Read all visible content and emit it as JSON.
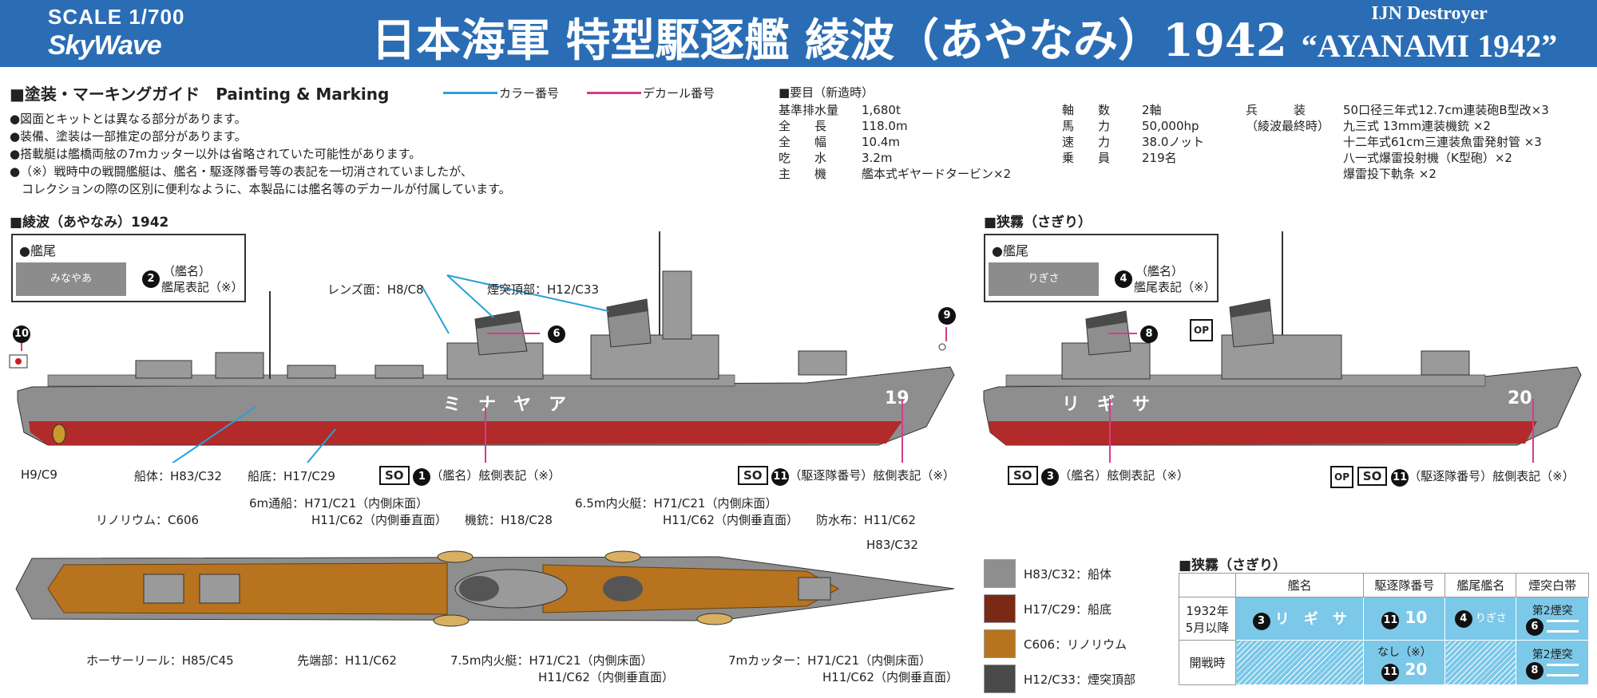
{
  "header": {
    "scale": "SCALE 1/700",
    "brand": "SkyWave",
    "title": "日本海軍 特型駆逐艦 綾波（あやなみ）1942",
    "eng_line1": "IJN Destroyer",
    "eng_line2": "“AYANAMI 1942”"
  },
  "guide": {
    "title": "■塗装・マーキングガイド　Painting & Marking",
    "legend_color": "カラー番号",
    "legend_decal": "デカール番号",
    "legend_color_hex": "#2aa0d8",
    "legend_decal_hex": "#d63c8c",
    "notes": [
      "●図面とキットとは異なる部分があります。",
      "●装備、塗装は一部推定の部分があります。",
      "●搭載艇は艦橋両舷の7mカッター以外は省略されていた可能性があります。",
      "●（※）戦時中の戦闘艦艇は、艦名・駆逐隊番号等の表記を一切消されていましたが、",
      "　コレクションの際の区別に便利なように、本製品には艦名等のデカールが付属しています。"
    ]
  },
  "specs": {
    "title": "■要目（新造時）",
    "col1": [
      {
        "k": "基準排水量",
        "v": "1,680t"
      },
      {
        "k": "全　　長",
        "v": "118.0m"
      },
      {
        "k": "全　　幅",
        "v": "10.4m"
      },
      {
        "k": "吃　　水",
        "v": "3.2m"
      },
      {
        "k": "主　　機",
        "v": "艦本式ギヤードタービン×2"
      }
    ],
    "col2": [
      {
        "k": "軸　　数",
        "v": "2軸"
      },
      {
        "k": "馬　　力",
        "v": "50,000hp"
      },
      {
        "k": "速　　力",
        "v": "38.0ノット"
      },
      {
        "k": "乗　　員",
        "v": "219名"
      }
    ],
    "arm_label1": "兵　　　装",
    "arm_label2": "（綾波最終時）",
    "arms": [
      "50口径三年式12.7cm連装砲B型改×3",
      "九三式 13mm連装機銃 ×2",
      "十二年式61cm三連装魚雷発射管 ×3",
      "八一式爆雷投射機（K型砲）×2",
      "爆雷投下軌条 ×2"
    ]
  },
  "ayanami": {
    "section": "■綾波（あやなみ）1942",
    "stern_title": "●艦尾",
    "stern_plate": "みなやあ",
    "stern_num": "2",
    "stern_label1": "（艦名）",
    "stern_label2": "艦尾表記（※）",
    "hull_name": "ミ　ナ　ヤ　ア",
    "hull_num": "19",
    "lens": "レンズ面：H8/C8",
    "funnel": "煙突頂部：H12/C33",
    "funnel_num": "6",
    "num9": "9",
    "num10": "10",
    "prop": "H9/C9",
    "hull": "船体：H83/C32",
    "bottom": "船底：H17/C29",
    "so": "SO",
    "n1": "1",
    "side_name": "（艦名）舷側表記（※）",
    "n11": "11",
    "side_div": "（駆逐隊番号）舷側表記（※）"
  },
  "sagiri": {
    "section": "■狭霧（さぎり）",
    "stern_title": "●艦尾",
    "stern_plate": "りぎさ",
    "stern_num": "4",
    "stern_label1": "（艦名）",
    "stern_label2": "艦尾表記（※）",
    "hull_name": "リ　ギ　サ",
    "hull_num": "20",
    "funnel_num": "8",
    "op": "OP",
    "so": "SO",
    "n3": "3",
    "side_name": "（艦名）舷側表記（※）",
    "n11": "11",
    "side_div": "（駆逐隊番号）舷側表記（※）"
  },
  "plan": {
    "linoleum": "リノリウム：C606",
    "boat6": "6m通船：H71/C21（内側床面）",
    "boat6b": "H11/C62（内側垂直面）",
    "mg": "機銃：H18/C28",
    "boat65": "6.5m内火艇：H71/C21（内側床面）",
    "boat65b": "H11/C62（内側垂直面）",
    "cover": "防水布：H11/C62",
    "bowcol": "H83/C32",
    "reel": "ホーサーリール：H85/C45",
    "tip": "先端部：H11/C62",
    "boat75": "7.5m内火艇：H71/C21（内側床面）",
    "boat75b": "H11/C62（内側垂直面）",
    "cutter": "7mカッター：H71/C21（内側床面）",
    "cutterb": "H11/C62（内側垂直面）"
  },
  "swatches": [
    {
      "color": "#8e8e8e",
      "label": "H83/C32：船体"
    },
    {
      "color": "#7a2a14",
      "label": "H17/C29：船底"
    },
    {
      "color": "#b8731e",
      "label": "C606：リノリウム"
    },
    {
      "color": "#4a4a4a",
      "label": "H12/C33：煙突頂部"
    }
  ],
  "table": {
    "title": "■狭霧（さぎり）",
    "headers": [
      "艦名",
      "駆逐隊番号",
      "艦尾艦名",
      "煙突白帯"
    ],
    "row1_label1": "1932年",
    "row1_label2": "5月以降",
    "row1_n1": "3",
    "row1_name": "リ　ギ　サ",
    "row1_n2": "11",
    "row1_div": "10",
    "row1_n3": "4",
    "row1_stern": "りぎさ",
    "row1_band": "第2煙突",
    "row1_n4": "6",
    "row2_label": "開戦時",
    "row2_none": "なし（※）",
    "row2_n2": "11",
    "row2_div": "20",
    "row2_band": "第2煙突",
    "row2_n4": "8"
  },
  "colors": {
    "header": "#2a6db5",
    "hull": "#8e8e8e",
    "bottom": "#b22a2a",
    "deck": "#b8731e"
  }
}
